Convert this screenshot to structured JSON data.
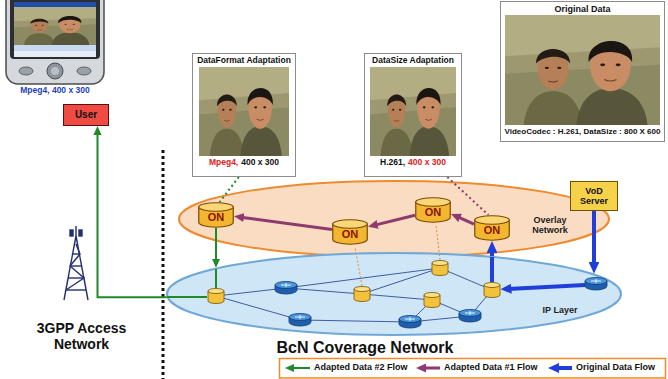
{
  "diagram": {
    "nodes": [
      {
        "text": [
          "DataFormat Adaptation",
          "Mpeg4,",
          "400 x 300"
        ]
      },
      {
        "text": [
          "DataSize Adaptation",
          "H.261,",
          "400 x 300"
        ]
      },
      {
        "text": [
          "Original Data",
          "VideoCodec : H.261, DataSize : 800 X 600"
        ]
      },
      {
        "text": [
          "User"
        ]
      },
      {
        "text": [
          "VoD Server"
        ]
      },
      {
        "text": [
          "Overlay Network"
        ]
      },
      {
        "text": [
          "ON"
        ],
        "in": 5
      },
      {
        "text": [
          "ON"
        ],
        "in": 5
      },
      {
        "text": [
          "ON"
        ],
        "in": 5
      },
      {
        "text": [
          "ON"
        ],
        "in": 5
      },
      {
        "text": [
          "IP Layer"
        ]
      }
    ],
    "edges": [
      {
        "from": 4,
        "to": 10,
        "arrow": "to"
      },
      {
        "from": 10,
        "to": 9,
        "arrow": "to"
      },
      {
        "from": 9,
        "to": 8,
        "arrow": "to"
      },
      {
        "from": 8,
        "to": 7,
        "arrow": "to"
      },
      {
        "from": 7,
        "to": 6,
        "arrow": "to"
      },
      {
        "from": 6,
        "to": 10,
        "arrow": "to"
      },
      {
        "from": 10,
        "to": 3,
        "arrow": "to"
      },
      {
        "from": 0,
        "to": 6,
        "arrow": "none"
      },
      {
        "from": 1,
        "to": 9,
        "arrow": "none"
      }
    ],
    "labels": [
      "Mpeg4, 400 x 300",
      "3GPP Access Network",
      "BcN Coverage Network"
    ],
    "legend": [
      {
        "text": "Adapted Data #2 Flow"
      },
      {
        "text": "Adapted Data #1 Flow"
      },
      {
        "text": "Original Data Flow"
      }
    ]
  }
}
